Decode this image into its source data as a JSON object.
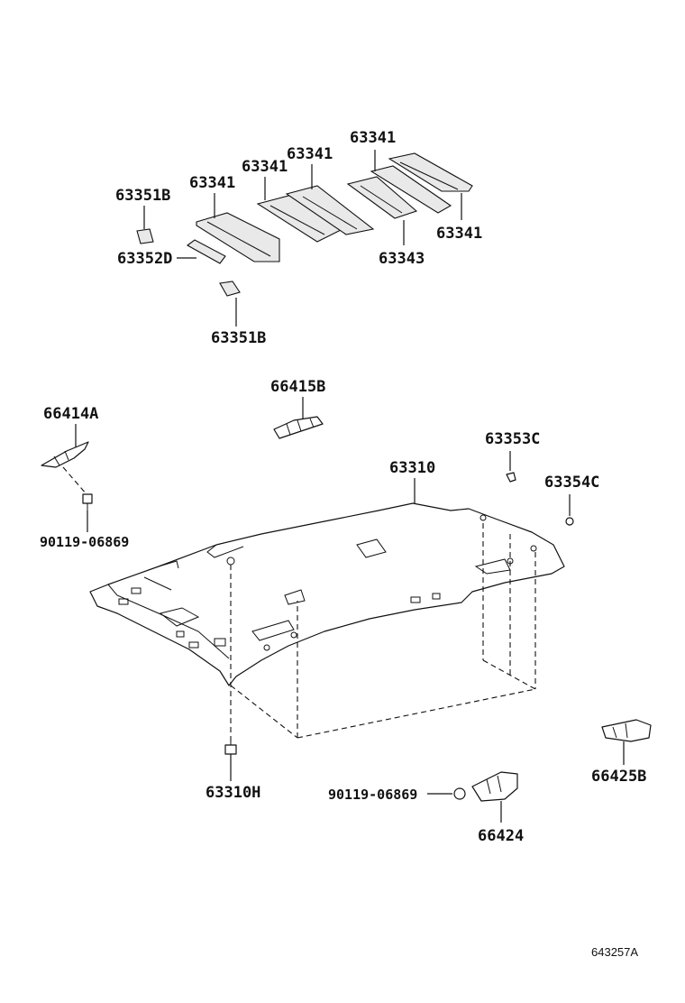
{
  "labels": {
    "p63341_a": "63341",
    "p63341_b": "63341",
    "p63341_c": "63341",
    "p63341_d": "63341",
    "p63341_e": "63341",
    "p63351b_top": "63351B",
    "p63352d": "63352D",
    "p63351b_bottom": "63351B",
    "p63343": "63343",
    "p66415b": "66415B",
    "p66414a": "66414A",
    "p63353c": "63353C",
    "p63310": "63310",
    "p63354c": "63354C",
    "p90119_left": "90119-06869",
    "p66425b": "66425B",
    "p63310h": "63310H",
    "p90119_bottom": "90119-06869",
    "p66424": "66424"
  },
  "figure_ref": "643257A"
}
